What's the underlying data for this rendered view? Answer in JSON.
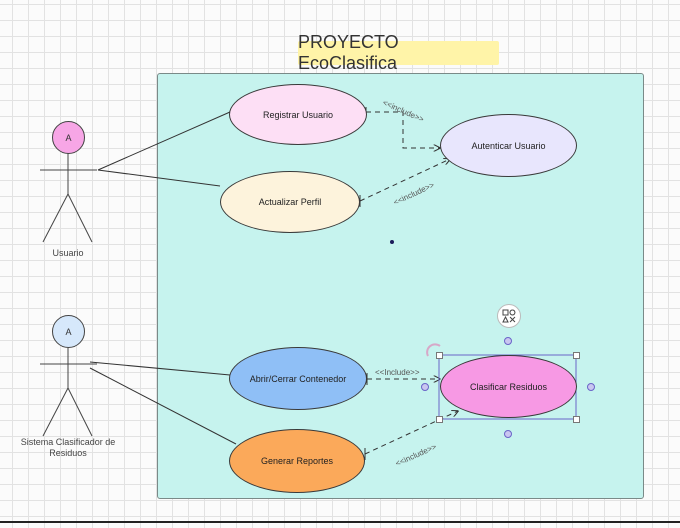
{
  "title": "PROYECTO EcoClasifica",
  "actors": {
    "usuario": {
      "icon_text": "A",
      "label": "Usuario",
      "color": "#f7a6e6"
    },
    "sistema": {
      "icon_text": "A",
      "label": "Sistema Clasificador de Residuos",
      "color": "#d6e8fb"
    }
  },
  "use_cases": {
    "registrar": {
      "label": "Registrar Usuario",
      "color": "#fddff5"
    },
    "actualizar": {
      "label": "Actualizar Perfil",
      "color": "#fdf3dc"
    },
    "autenticar": {
      "label": "Autenticar Usuario",
      "color": "#e8e6fd"
    },
    "abrir": {
      "label": "Abrir/Cerrar Contenedor",
      "color": "#8fbff6"
    },
    "clasificar": {
      "label": "Clasificar Residuos",
      "color": "#f799e4"
    },
    "generar": {
      "label": "Generar Reportes",
      "color": "#fba95a"
    }
  },
  "relations": {
    "include_1": "<<include>>",
    "include_2": "<<include>>",
    "include_3": "<<Include>>",
    "include_4": "<<include>>"
  },
  "colors": {
    "boundary_fill": "#c6f3ee",
    "title_fill": "#fff4a8",
    "selection": "#6a64c8"
  }
}
